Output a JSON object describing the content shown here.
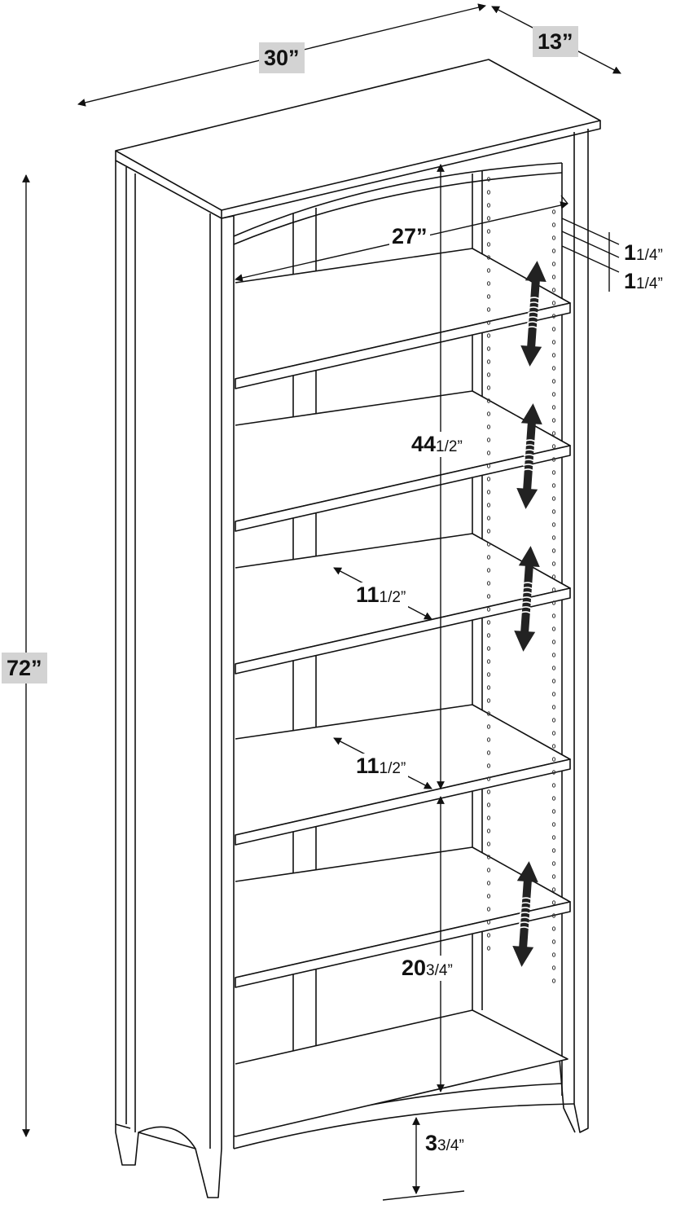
{
  "dimensions": {
    "width": {
      "whole": "30”",
      "frac": ""
    },
    "depth": {
      "whole": "13”",
      "frac": ""
    },
    "height": {
      "whole": "72”",
      "frac": ""
    },
    "interior_width": {
      "whole": "27”",
      "frac": ""
    },
    "shelf_thickness_a": {
      "whole": "1",
      "frac": "1/4”"
    },
    "shelf_thickness_b": {
      "whole": "1",
      "frac": "1/4”"
    },
    "upper_section_height": {
      "whole": "44",
      "frac": "1/2”"
    },
    "shelf_depth_a": {
      "whole": "11",
      "frac": "1/2”"
    },
    "shelf_depth_b": {
      "whole": "11",
      "frac": "1/2”"
    },
    "lower_section_height": {
      "whole": "20",
      "frac": "3/4”"
    },
    "base_clearance": {
      "whole": "3",
      "frac": "3/4”"
    }
  },
  "colors": {
    "line": "#111111",
    "label_box": "#d3d3d3",
    "arrow": "#222222"
  },
  "icons": [
    "adjustable-shelf-arrow-icon"
  ]
}
